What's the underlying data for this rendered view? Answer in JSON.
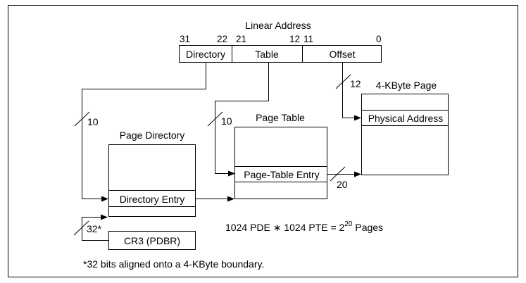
{
  "linear_address": {
    "title": "Linear Address",
    "bit_labels": {
      "b31": "31",
      "b22": "22",
      "b21": "21",
      "b12": "12",
      "b11": "11",
      "b0": "0"
    },
    "fields": {
      "directory": "Directory",
      "table": "Table",
      "offset": "Offset"
    }
  },
  "page_directory": {
    "title": "Page Directory",
    "entry": "Directory Entry"
  },
  "page_table": {
    "title": "Page Table",
    "entry": "Page-Table Entry"
  },
  "page": {
    "title": "4-KByte Page",
    "entry": "Physical Address"
  },
  "cr3": {
    "label": "CR3 (PDBR)",
    "width_label": "32*"
  },
  "bus_widths": {
    "dir": "10",
    "table": "10",
    "offset": "12",
    "base": "20"
  },
  "equation": {
    "prefix": "1024 PDE ∗ 1024 PTE = 2",
    "exponent": "20",
    "suffix": " Pages"
  },
  "footnote": "*32 bits aligned onto a 4-KByte boundary."
}
